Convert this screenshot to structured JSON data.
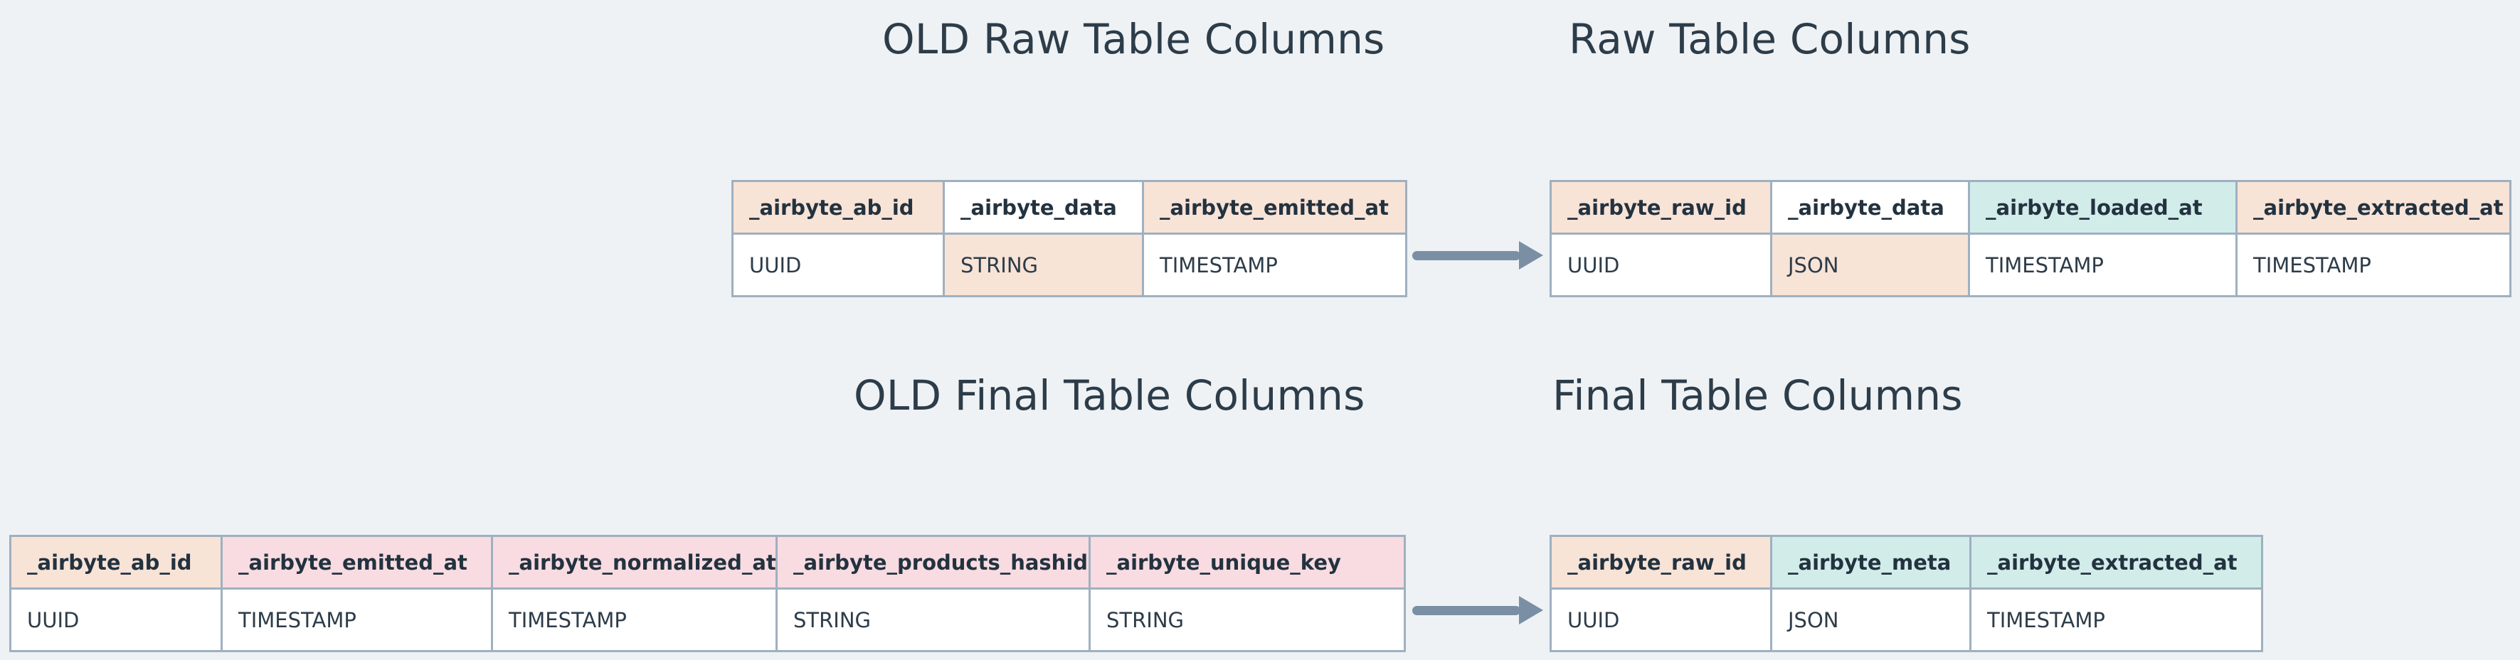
{
  "page": {
    "background_color": "#eef2f5",
    "text_color": "#2d3c49",
    "border_color": "#9fb0c0",
    "arrow_color": "#7a8fa4"
  },
  "palette": {
    "peach": "#f8e3d7",
    "teal": "#d2ecea",
    "pink": "#f8dce1",
    "white": "#ffffff"
  },
  "sections": {
    "raw": {
      "old_title": "OLD Raw Table Columns",
      "new_title": "Raw Table Columns",
      "old_table": {
        "headers": [
          {
            "label": "_airbyte_ab_id",
            "fill": "peach"
          },
          {
            "label": "_airbyte_data",
            "fill": "white"
          },
          {
            "label": "_airbyte_emitted_at",
            "fill": "peach"
          }
        ],
        "types": [
          {
            "label": "UUID",
            "fill": "white"
          },
          {
            "label": "STRING",
            "fill": "peach"
          },
          {
            "label": "TIMESTAMP",
            "fill": "white"
          }
        ]
      },
      "new_table": {
        "headers": [
          {
            "label": "_airbyte_raw_id",
            "fill": "peach"
          },
          {
            "label": "_airbyte_data",
            "fill": "white"
          },
          {
            "label": "_airbyte_loaded_at",
            "fill": "teal"
          },
          {
            "label": "_airbyte_extracted_at",
            "fill": "peach"
          }
        ],
        "types": [
          {
            "label": "UUID",
            "fill": "white"
          },
          {
            "label": "JSON",
            "fill": "peach"
          },
          {
            "label": "TIMESTAMP",
            "fill": "white"
          },
          {
            "label": "TIMESTAMP",
            "fill": "white"
          }
        ]
      }
    },
    "final": {
      "old_title": "OLD Final Table Columns",
      "new_title": "Final Table Columns",
      "old_table": {
        "headers": [
          {
            "label": "_airbyte_ab_id",
            "fill": "peach"
          },
          {
            "label": "_airbyte_emitted_at",
            "fill": "pink"
          },
          {
            "label": "_airbyte_normalized_at",
            "fill": "pink"
          },
          {
            "label": "_airbyte_products_hashid",
            "fill": "pink"
          },
          {
            "label": "_airbyte_unique_key",
            "fill": "pink"
          }
        ],
        "types": [
          {
            "label": "UUID",
            "fill": "white"
          },
          {
            "label": "TIMESTAMP",
            "fill": "white"
          },
          {
            "label": "TIMESTAMP",
            "fill": "white"
          },
          {
            "label": "STRING",
            "fill": "white"
          },
          {
            "label": "STRING",
            "fill": "white"
          }
        ]
      },
      "new_table": {
        "headers": [
          {
            "label": "_airbyte_raw_id",
            "fill": "peach"
          },
          {
            "label": "_airbyte_meta",
            "fill": "teal"
          },
          {
            "label": "_airbyte_extracted_at",
            "fill": "teal"
          }
        ],
        "types": [
          {
            "label": "UUID",
            "fill": "white"
          },
          {
            "label": "JSON",
            "fill": "white"
          },
          {
            "label": "TIMESTAMP",
            "fill": "white"
          }
        ]
      }
    }
  },
  "arrows": {
    "raw": "arrow-right-icon",
    "final": "arrow-right-icon"
  }
}
